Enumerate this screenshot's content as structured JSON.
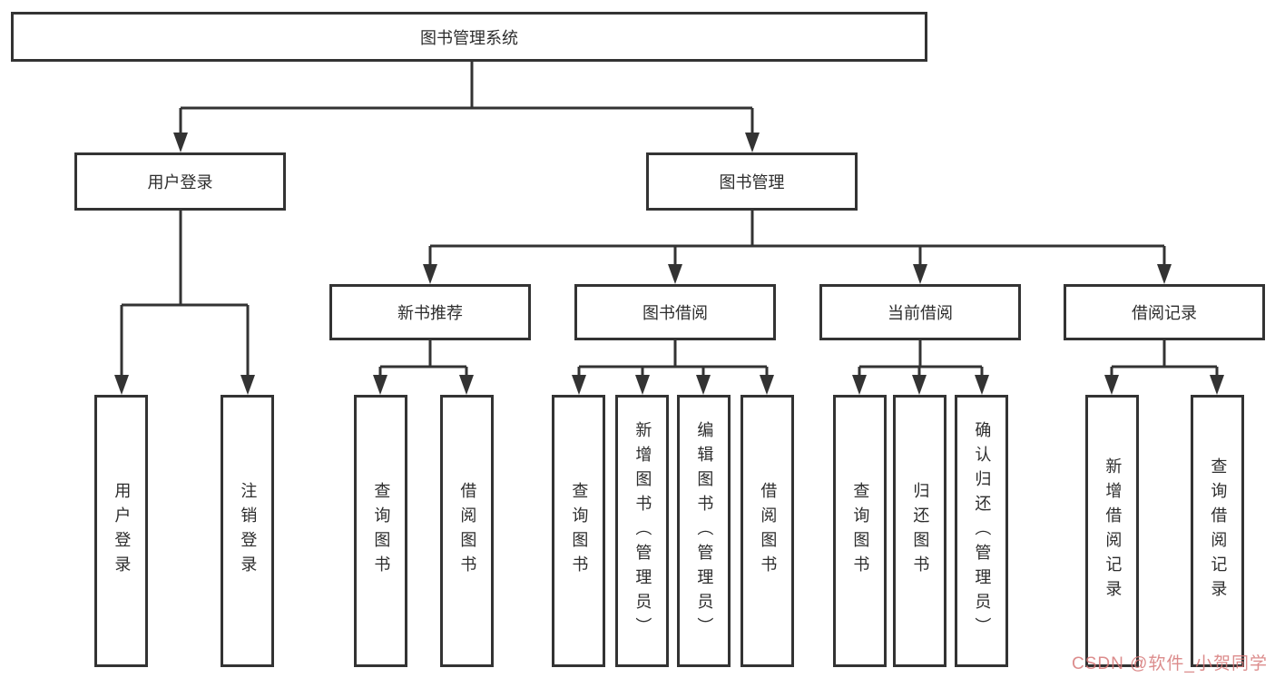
{
  "diagram": {
    "root": "图书管理系统",
    "level2": {
      "login": "用户登录",
      "manage": "图书管理"
    },
    "level3": {
      "recommend": "新书推荐",
      "borrow": "图书借阅",
      "current": "当前借阅",
      "record": "借阅记录"
    },
    "leaves": {
      "login": [
        "用户登录",
        "注销登录"
      ],
      "recommend": [
        "查询图书",
        "借阅图书"
      ],
      "borrow": [
        "查询图书",
        "新增图书（管理员）",
        "编辑图书（管理员）",
        "借阅图书"
      ],
      "current": [
        "查询图书",
        "归还图书",
        "确认归还（管理员）"
      ],
      "record": [
        "新增借阅记录",
        "查询借阅记录"
      ]
    }
  },
  "watermark": {
    "text": "CSDN @软件_小贺同学",
    "color": "#d67878"
  },
  "colors": {
    "line": "#333333",
    "box_border": "#333333",
    "text": "#2d2d2d",
    "background": "#ffffff"
  }
}
